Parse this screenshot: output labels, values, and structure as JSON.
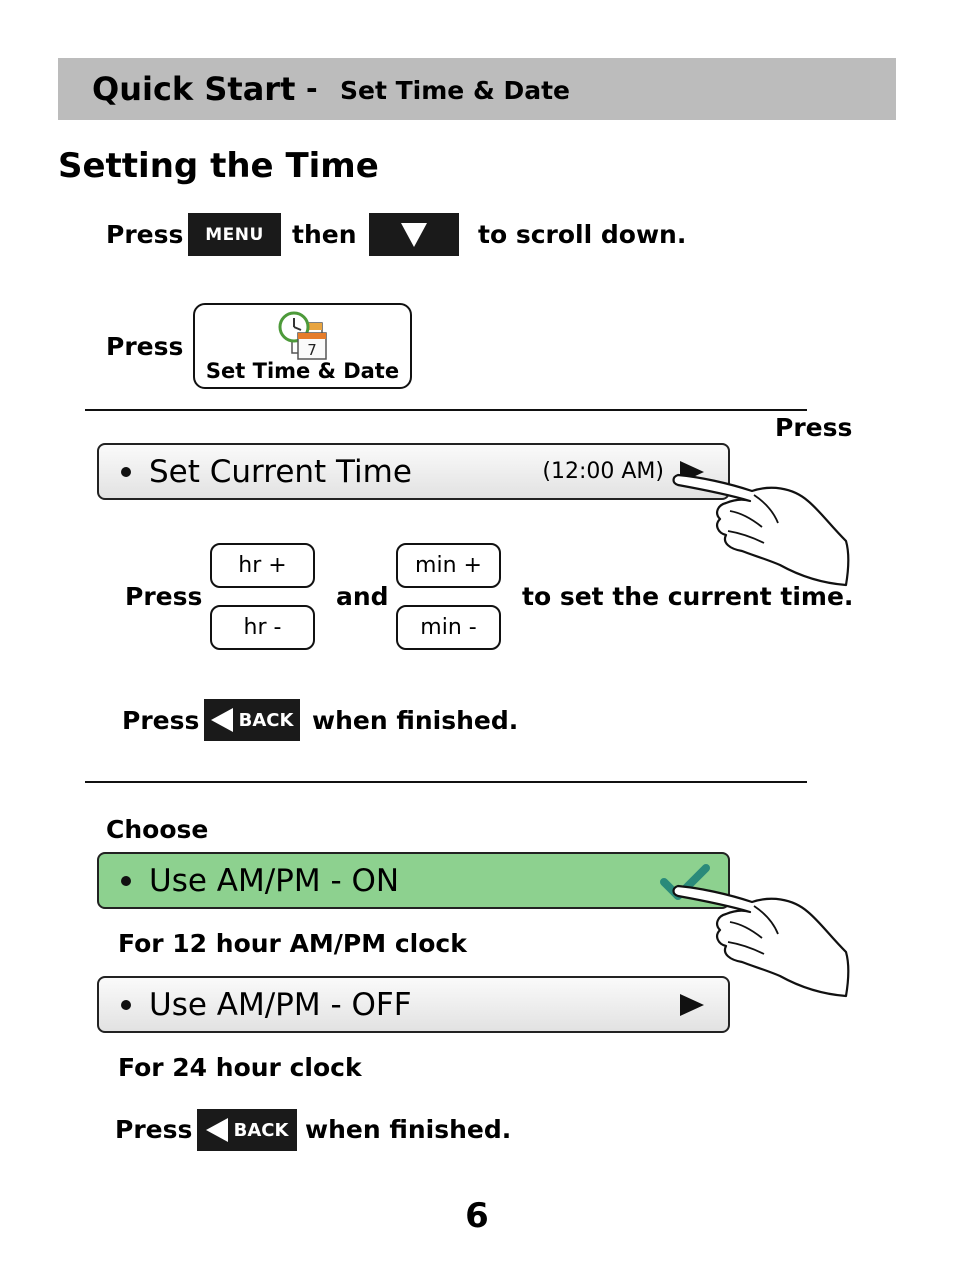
{
  "header": {
    "title": "Quick Start",
    "dash": "-",
    "subtitle": "Set Time & Date"
  },
  "section_title": "Setting the Time",
  "step1": {
    "press": "Press",
    "menu_label": "MENU",
    "then": "then",
    "suffix": "to scroll down."
  },
  "step2": {
    "press": "Press",
    "button_label": "Set Time & Date",
    "calendar_day": "7"
  },
  "time_row": {
    "press": "Press",
    "label": "Set Current Time",
    "value": "(12:00 AM)"
  },
  "adjust": {
    "press": "Press",
    "hr_plus": "hr +",
    "hr_minus": "hr -",
    "and": "and",
    "min_plus": "min +",
    "min_minus": "min -",
    "suffix": "to set the current time."
  },
  "finish1": {
    "press": "Press",
    "back_label": "BACK",
    "suffix": "when finished."
  },
  "choose": "Choose",
  "ampm_on": {
    "label": "Use AM/PM - ON",
    "desc": "For 12 hour AM/PM clock",
    "highlight_color": "#8dd18f",
    "check_color": "#2a8a7a"
  },
  "ampm_off": {
    "label": "Use AM/PM - OFF",
    "desc": "For 24 hour clock"
  },
  "finish2": {
    "press": "Press",
    "back_label": "BACK",
    "suffix": "when finished."
  },
  "page_number": "6"
}
